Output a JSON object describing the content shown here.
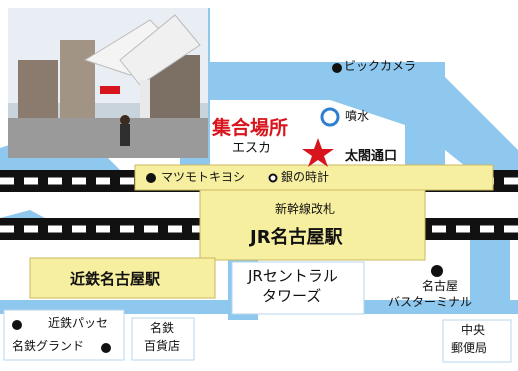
{
  "colors": {
    "road": "#8ec8ee",
    "station": "#f7efa0",
    "station_border": "#c8b860",
    "rail_dark": "#111111",
    "meeting_point": "#d8141c"
  },
  "photo": {
    "description_icon": "photo-icon"
  },
  "landmarks": {
    "bic_camera": "ビックカメラ",
    "fountain": "噴水",
    "meeting_point_title": "集合場所",
    "esca": "エスカ",
    "taiko_exit": "太閤通口",
    "matsumoto_kiyoshi": "マツモトキヨシ",
    "silver_clock": "銀の時計",
    "shinkansen_gate": "新幹線改札",
    "jr_station": "JR名古屋駅",
    "kintetsu_station": "近鉄名古屋駅",
    "central_towers_line1": "JRセントラル",
    "central_towers_line2": "タワーズ",
    "bus_terminal_line1": "名古屋",
    "bus_terminal_line2": "バスターミナル",
    "kintetsu_passe": "近鉄パッセ",
    "meitetsu_grand": "名鉄グランド",
    "meitetsu_dept_line1": "名鉄",
    "meitetsu_dept_line2": "百貨店",
    "post_office_line1": "中央",
    "post_office_line2": "郵便局"
  }
}
